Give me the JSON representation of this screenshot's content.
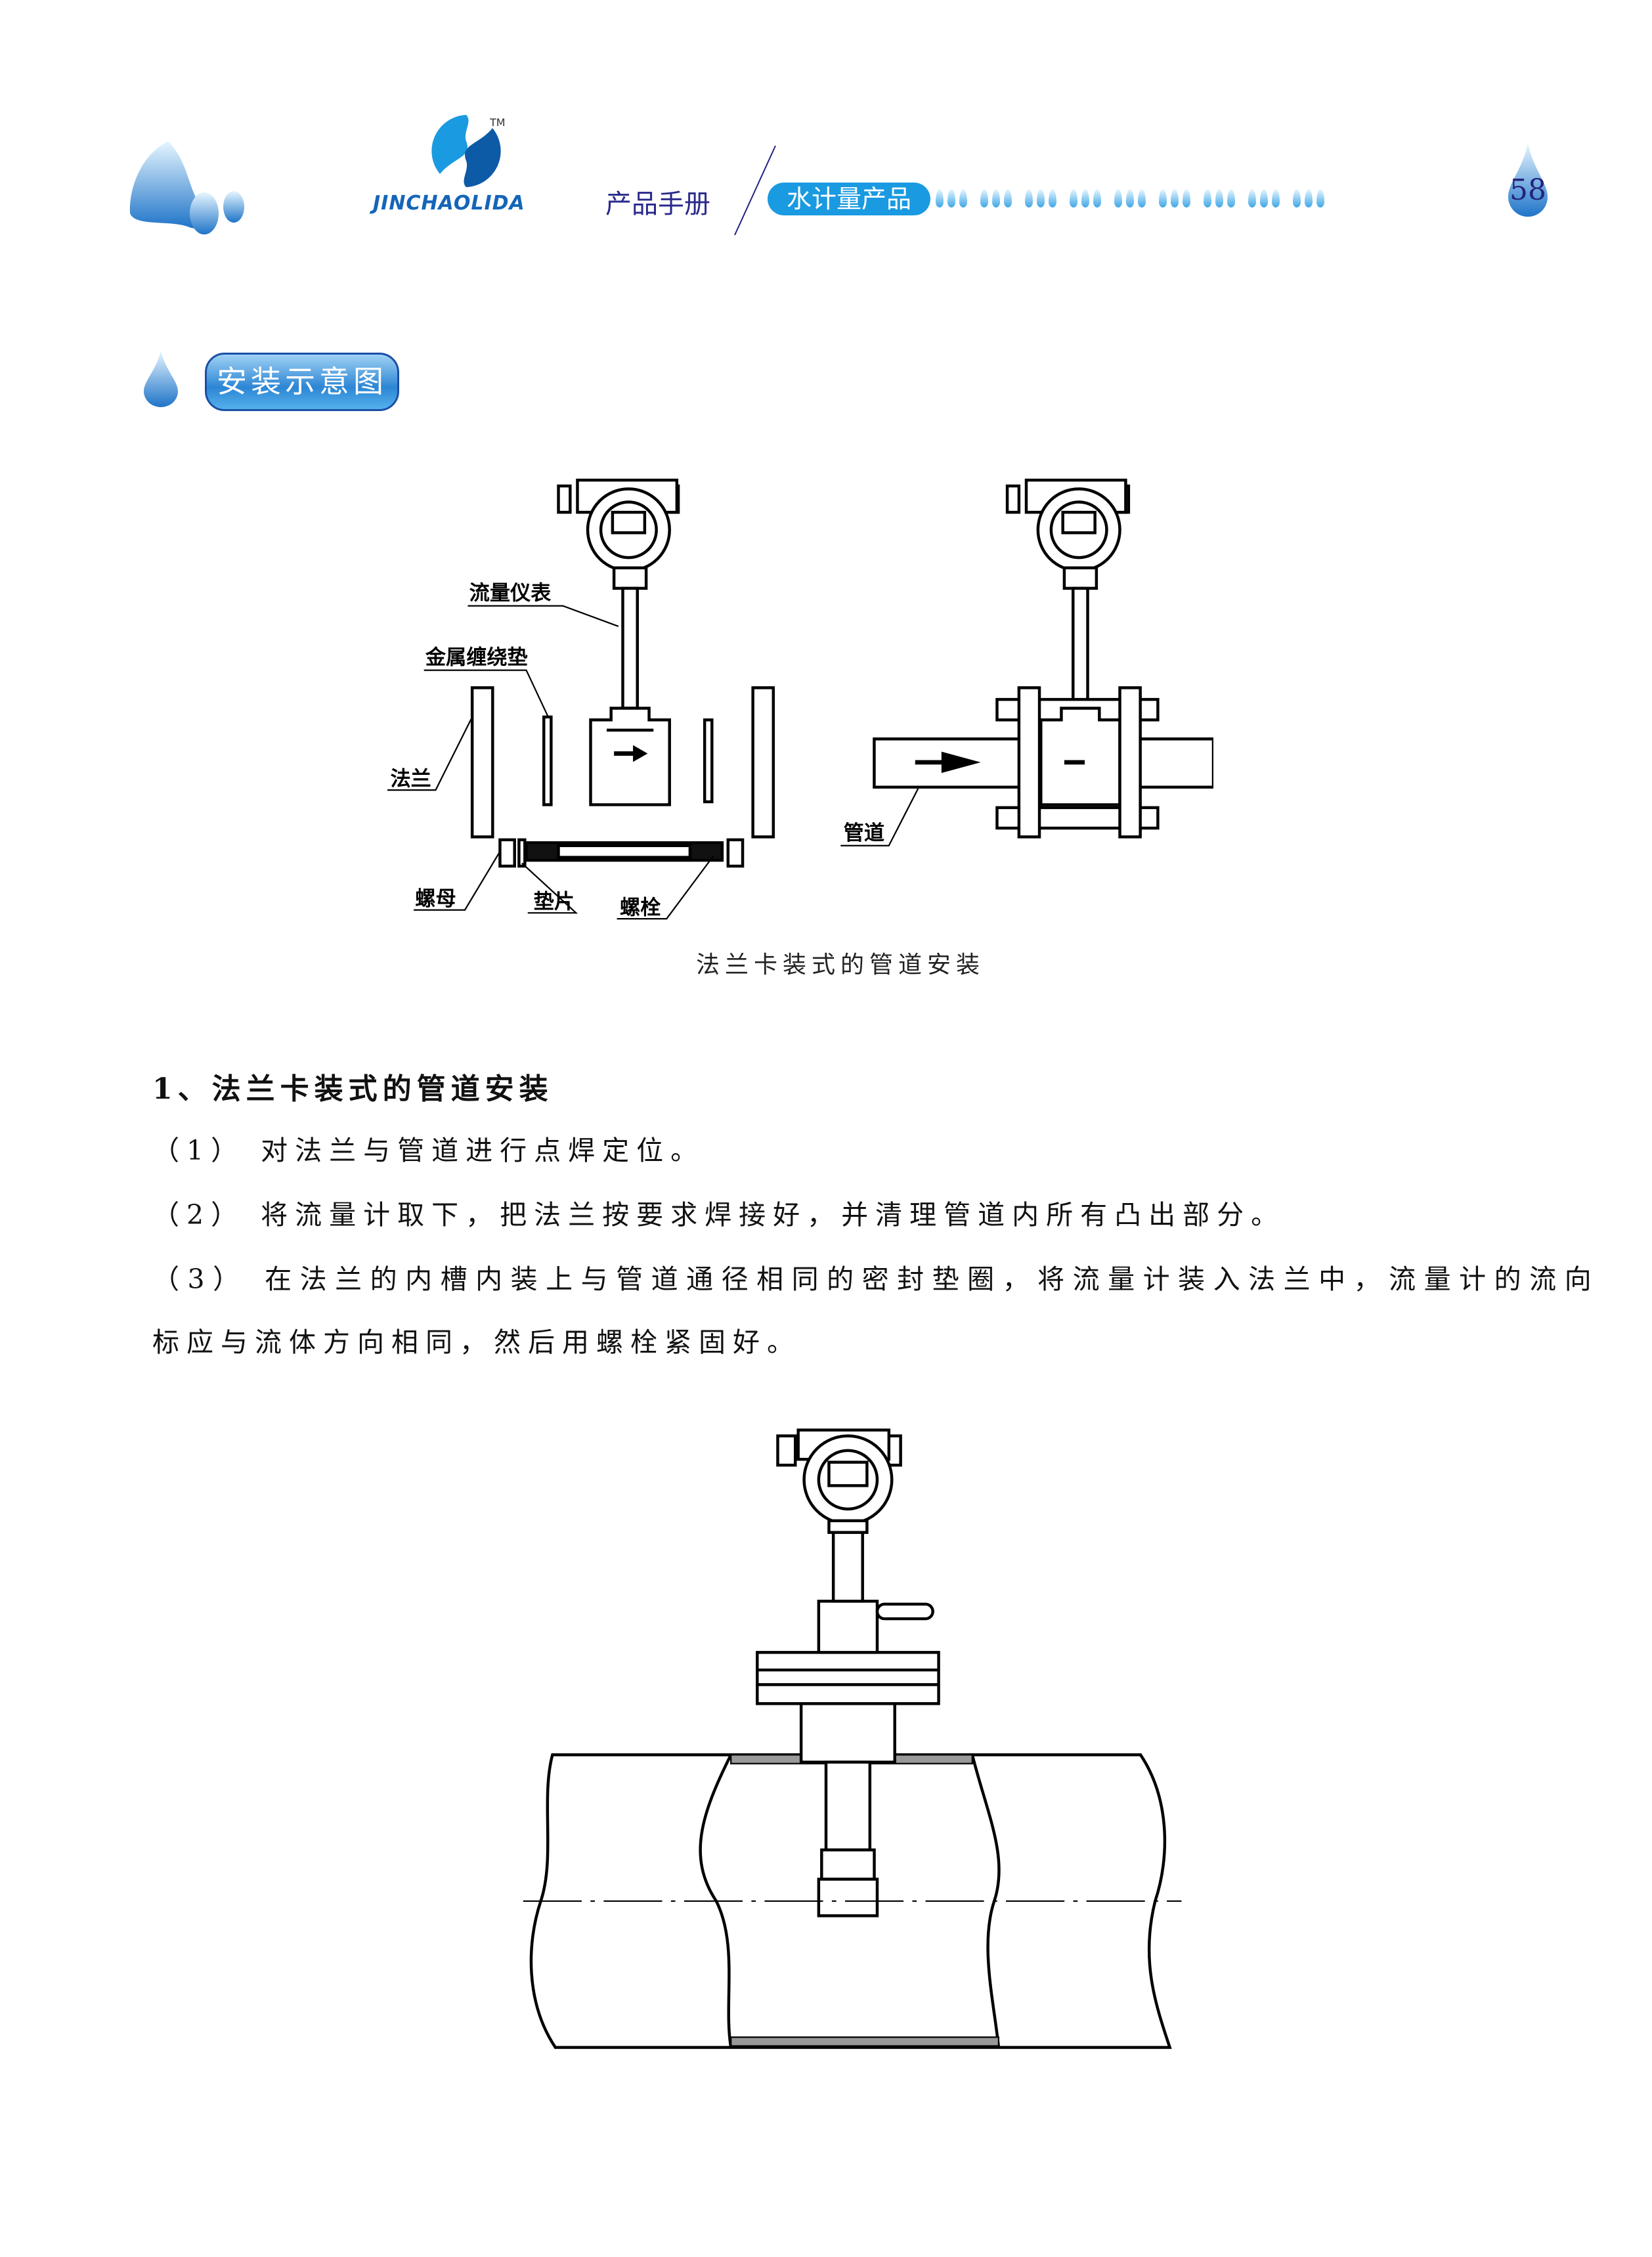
{
  "header": {
    "brand": "JINCHAOLIDA",
    "trademark": "TM",
    "manual_label": "产品手册",
    "category_label": "水计量产品",
    "page_number": "58"
  },
  "section": {
    "title": "安装示意图"
  },
  "figure1": {
    "labels": {
      "meter": "流量仪表",
      "gasket_metal": "金属缠绕垫",
      "flange": "法兰",
      "nut": "螺母",
      "washer": "垫片",
      "bolt": "螺栓",
      "pipe": "管道"
    },
    "caption": "法兰卡装式的管道安装"
  },
  "content": {
    "heading": "1、法兰卡装式的管道安装",
    "steps": [
      "（1） 对法兰与管道进行点焊定位。",
      "（2） 将流量计取下，把法兰按要求焊接好，并清理管道内所有凸出部分。",
      "（3） 在法兰的内槽内装上与管道通径相同的密封垫圈，将流量计装入法兰中，流量计的流向",
      "标应与流体方向相同，然后用螺栓紧固好。"
    ]
  },
  "colors": {
    "accent": "#1a9ae0",
    "navy": "#23237e"
  }
}
